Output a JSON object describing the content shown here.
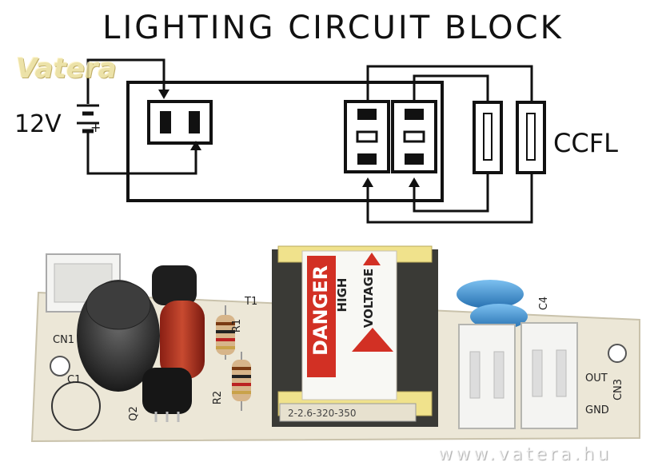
{
  "diagram": {
    "title": "LIGHTING CIRCUIT BLOCK",
    "voltage_label": "12V",
    "battery_plus": "+",
    "lamp_label": "CCFL"
  },
  "watermark": {
    "logo": "Vatera",
    "url": "www.vatera.hu"
  },
  "board": {
    "connector_labels": [
      "CN1",
      "CN3"
    ],
    "component_labels": [
      "C1",
      "Q2",
      "T1",
      "R1",
      "R2",
      "C4"
    ],
    "pin_labels": [
      "OUT",
      "GND"
    ],
    "transformer": {
      "warning": "DANGER",
      "line1": "HIGH",
      "line2": "VOLTAGE",
      "part_number": "2-2.6-320-350"
    }
  },
  "colors": {
    "pcb": "#ece7d7",
    "transformer_yellow": "#f0e28c",
    "danger_red": "#d23024",
    "capacitor_blue": "#3b8fd2"
  }
}
